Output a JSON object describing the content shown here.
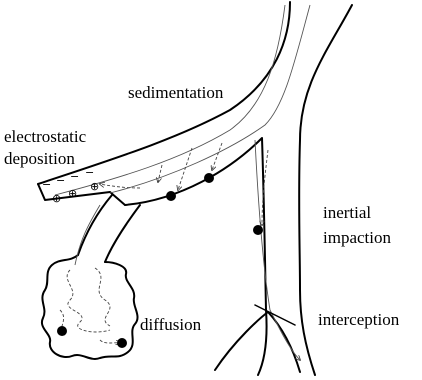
{
  "labels": {
    "sedimentation": "sedimentation",
    "electrostatic_1": "electrostatic",
    "electrostatic_2": "deposition",
    "inertial_1": "inertial",
    "inertial_2": "impaction",
    "diffusion": "diffusion",
    "interception": "interception"
  },
  "charges": {
    "negative": "−",
    "positive": "⊕"
  },
  "colors": {
    "wall": "#000000",
    "particle": "#000000",
    "trajectory": "#555555"
  }
}
